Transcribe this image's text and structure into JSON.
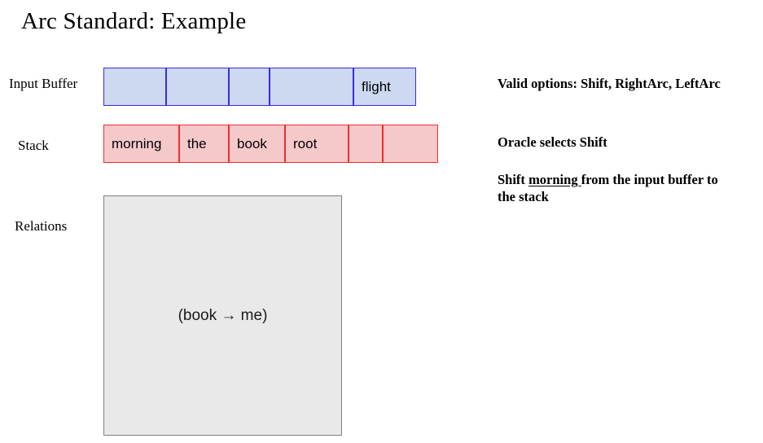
{
  "slide": {
    "title": "Arc Standard: Example"
  },
  "labels": {
    "input_buffer": "Input Buffer",
    "stack": "Stack",
    "relations": "Relations"
  },
  "input_buffer": {
    "fill_color": "#ccd9f0",
    "border_color": "#3b2ae0",
    "cells": [
      {
        "text": "",
        "width": 77
      },
      {
        "text": "",
        "width": 77
      },
      {
        "text": "",
        "width": 50
      },
      {
        "text": "",
        "width": 103
      },
      {
        "text": "flight",
        "width": 77
      }
    ]
  },
  "stack": {
    "fill_color": "#f5c9c9",
    "border_color": "#f22d2d",
    "cells": [
      {
        "text": "morning",
        "width": 93
      },
      {
        "text": "the",
        "width": 61
      },
      {
        "text": "book",
        "width": 69
      },
      {
        "text": "root",
        "width": 78
      },
      {
        "text": "",
        "width": 42
      },
      {
        "text": "",
        "width": 68
      }
    ]
  },
  "relations": {
    "fill_color": "#e9e9e9",
    "border_color": "#808080",
    "content": "(book → me)"
  },
  "annotations": {
    "valid_options": "Valid options: Shift, RightArc, LeftArc",
    "oracle": "Oracle selects Shift",
    "action": {
      "prefix": "Shift ",
      "emphasis": "morning ",
      "suffix": "from the input buffer to the stack"
    }
  }
}
